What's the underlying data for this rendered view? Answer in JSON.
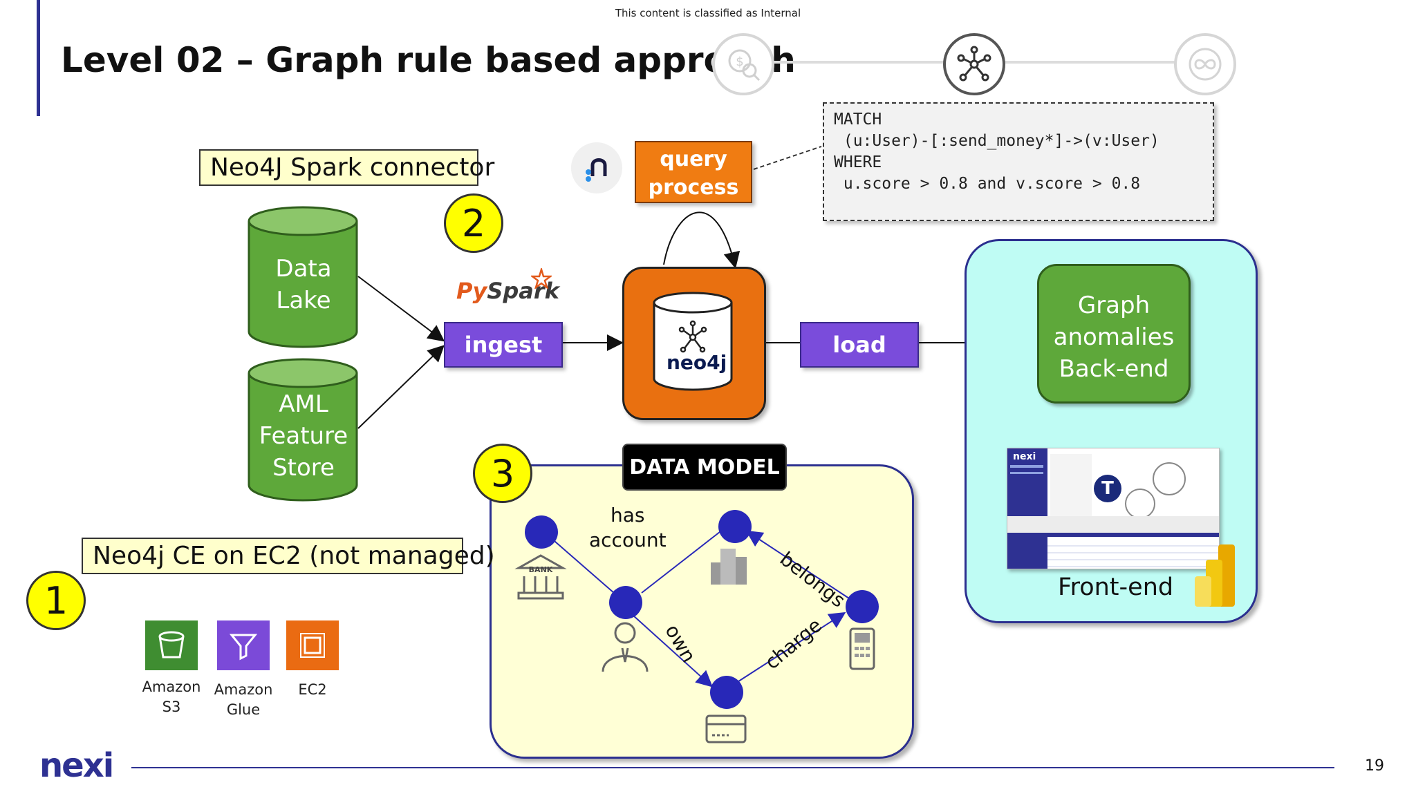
{
  "header": {
    "classification": "This content is classified as Internal",
    "title": "Level 02 – Graph rule based approach"
  },
  "stepper": {
    "steps": [
      {
        "icon": "money-search-icon",
        "active": false
      },
      {
        "icon": "graph-network-icon",
        "active": true
      },
      {
        "icon": "infinity-icon",
        "active": false
      }
    ]
  },
  "labels": {
    "spark_connector": "Neo4J Spark connector",
    "ec2_label": "Neo4j CE on EC2 (not managed)",
    "num_1": "1",
    "num_2": "2",
    "num_3": "3"
  },
  "sources": {
    "data_lake": [
      "Data",
      "Lake"
    ],
    "aml_store": [
      "AML",
      "Feature",
      "Store"
    ]
  },
  "pyspark": {
    "py": "Py",
    "spark": "Spark"
  },
  "buttons": {
    "ingest": "ingest",
    "load": "load",
    "query": [
      "query",
      "process"
    ]
  },
  "code": {
    "lines": [
      "MATCH",
      " (u:User)-[:send_money*]->(v:User)",
      "WHERE",
      " u.score > 0.8 and v.score > 0.8"
    ]
  },
  "neo4j": {
    "logo_text": "neo4j"
  },
  "backend": {
    "lines": [
      "Graph",
      "anomalies",
      "Back-end"
    ]
  },
  "frontend": {
    "label": "Front-end",
    "thumb_logo": "nexi"
  },
  "data_model": {
    "title": "DATA MODEL",
    "edges": {
      "has_account": [
        "has",
        "account"
      ],
      "belongs": "belongs",
      "own": "own",
      "charge": "charge"
    },
    "bank_text": "BANK"
  },
  "aws": [
    {
      "icon": "s3-bucket-icon",
      "lines": [
        "Amazon",
        "S3"
      ],
      "color": "#3f8d31"
    },
    {
      "icon": "glue-funnel-icon",
      "lines": [
        "Amazon",
        "Glue"
      ],
      "color": "#7b4ad8"
    },
    {
      "icon": "ec2-chip-icon",
      "lines": [
        "EC2"
      ],
      "color": "#ea6b12"
    }
  ],
  "footer": {
    "logo": "nexi",
    "page": "19"
  },
  "colors": {
    "accent": "#2e3192",
    "green": "#5ea83a",
    "purple": "#7a4cdb",
    "orange": "#f07c12",
    "yellow": "#ffff00",
    "cyan_panel": "#bffcf4",
    "node_blue": "#2828b8"
  }
}
